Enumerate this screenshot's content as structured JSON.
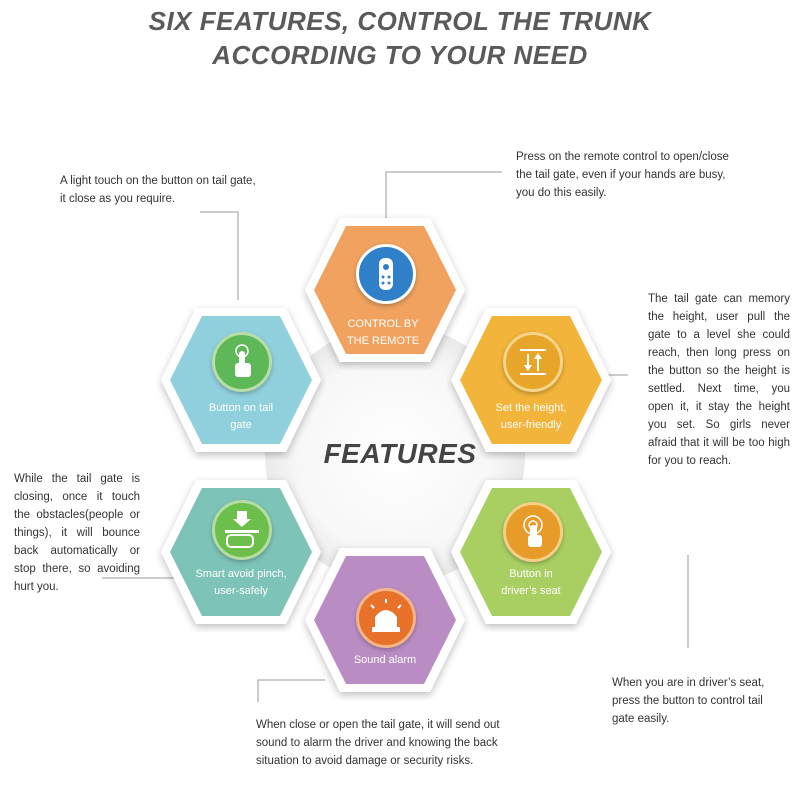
{
  "title": {
    "line1": "SIX FEATURES, CONTROL THE TRUNK",
    "line2": "ACCORDING TO YOUR NEED"
  },
  "center_label": "FEATURES",
  "hexagons": [
    {
      "id": "remote",
      "label_line1": "CONTROL BY",
      "label_line2": "THE REMOTE",
      "color": "#f0a25e",
      "icon": "remote-control-icon"
    },
    {
      "id": "height",
      "label_line1": "Set the height,",
      "label_line2": "user-friendly",
      "color": "#f2b43a",
      "icon": "height-adjust-icon"
    },
    {
      "id": "driver",
      "label_line1": "Button in",
      "label_line2": "driver’s seat",
      "color": "#a9cf62",
      "icon": "touch-button-icon"
    },
    {
      "id": "alarm",
      "label_line1": "Sound alarm",
      "label_line2": "",
      "color": "#b98dc4",
      "icon": "alarm-siren-icon"
    },
    {
      "id": "pinch",
      "label_line1": "Smart avoid pinch,",
      "label_line2": "user-safely",
      "color": "#7dc3b7",
      "icon": "hand-stop-icon"
    },
    {
      "id": "tailgate",
      "label_line1": "Button on tail",
      "label_line2": "gate",
      "color": "#8fd0dc",
      "icon": "tap-finger-icon"
    }
  ],
  "callouts": {
    "remote": "Press on the remote control to open/close the tail gate, even if your hands are busy, you do this easily.",
    "height": "The tail gate can memory the height, user pull the gate to a level she could reach, then long press on the button so the height is settled. Next time, you open it, it stay the height you set. So girls never afraid that it will be too high for you to reach.",
    "driver": "When you are in driver’s seat, press the button to control tail gate easily.",
    "alarm": "When close or open the tail gate, it will send out sound to alarm the driver and knowing the back situation to avoid damage or security risks.",
    "pinch": "While the tail gate is closing, once it touch the obstacles(people or things), it will bounce back automatically or stop there, so avoiding hurt you.",
    "tailgate": "A light touch on the button on tail gate, it close as you require."
  }
}
